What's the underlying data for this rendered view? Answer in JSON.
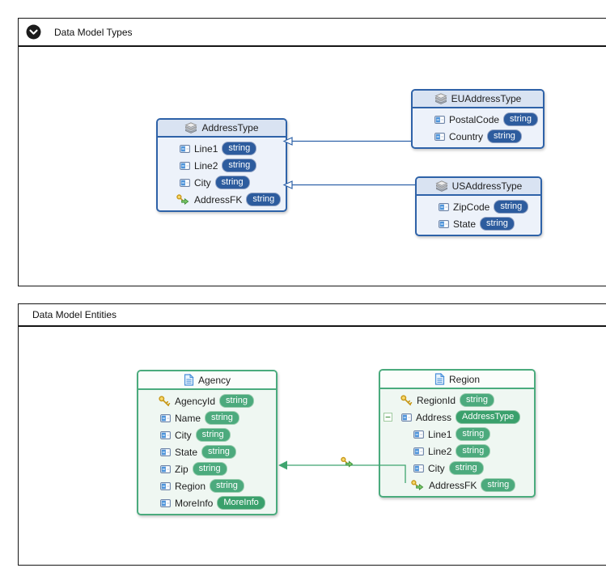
{
  "colors": {
    "type_accent": "#2e62a8",
    "type_badge": "#2d5c9e",
    "entity_accent": "#4aab7d",
    "entity_badge_primitive": "#4caa7d",
    "entity_badge_complex": "#3aa06c",
    "panel_border": "#161616"
  },
  "panels": {
    "types": {
      "title": "Data Model Types",
      "collapse_icon": "chevron-down-circle"
    },
    "entities": {
      "title": "Data Model Entities"
    }
  },
  "typeModels": {
    "addressType": {
      "title": "AddressType",
      "icon": "complex-type",
      "fields": [
        {
          "icon": "property",
          "name": "Line1",
          "type": "string"
        },
        {
          "icon": "property",
          "name": "Line2",
          "type": "string"
        },
        {
          "icon": "property",
          "name": "City",
          "type": "string"
        },
        {
          "icon": "foreign-key",
          "name": "AddressFK",
          "type": "string"
        }
      ]
    },
    "euAddressType": {
      "title": "EUAddressType",
      "icon": "complex-type",
      "fields": [
        {
          "icon": "property",
          "name": "PostalCode",
          "type": "string"
        },
        {
          "icon": "property",
          "name": "Country",
          "type": "string"
        }
      ]
    },
    "usAddressType": {
      "title": "USAddressType",
      "icon": "complex-type",
      "fields": [
        {
          "icon": "property",
          "name": "ZipCode",
          "type": "string"
        },
        {
          "icon": "property",
          "name": "State",
          "type": "string"
        }
      ]
    }
  },
  "entityModels": {
    "agency": {
      "title": "Agency",
      "icon": "entity-document",
      "fields": [
        {
          "icon": "key",
          "name": "AgencyId",
          "type": "string"
        },
        {
          "icon": "property",
          "name": "Name",
          "type": "string"
        },
        {
          "icon": "property",
          "name": "City",
          "type": "string"
        },
        {
          "icon": "property",
          "name": "State",
          "type": "string"
        },
        {
          "icon": "property",
          "name": "Zip",
          "type": "string"
        },
        {
          "icon": "property",
          "name": "Region",
          "type": "string"
        },
        {
          "icon": "property",
          "name": "MoreInfo",
          "type": "MoreInfo"
        }
      ]
    },
    "region": {
      "title": "Region",
      "icon": "entity-document",
      "fields": [
        {
          "icon": "key",
          "name": "RegionId",
          "type": "string"
        },
        {
          "icon": "property",
          "name": "Address",
          "type": "AddressType",
          "expanded": true
        },
        {
          "icon": "property",
          "name": "Line1",
          "type": "string",
          "indent": true
        },
        {
          "icon": "property",
          "name": "Line2",
          "type": "string",
          "indent": true
        },
        {
          "icon": "property",
          "name": "City",
          "type": "string",
          "indent": true
        },
        {
          "icon": "foreign-key",
          "name": "AddressFK",
          "type": "string",
          "indent": true
        }
      ]
    }
  },
  "relations": [
    {
      "from": "EUAddressType",
      "to": "AddressType",
      "kind": "inheritance"
    },
    {
      "from": "USAddressType",
      "to": "AddressType",
      "kind": "inheritance"
    },
    {
      "from": "Region.AddressFK",
      "to": "Agency",
      "kind": "foreign-key-association"
    }
  ]
}
